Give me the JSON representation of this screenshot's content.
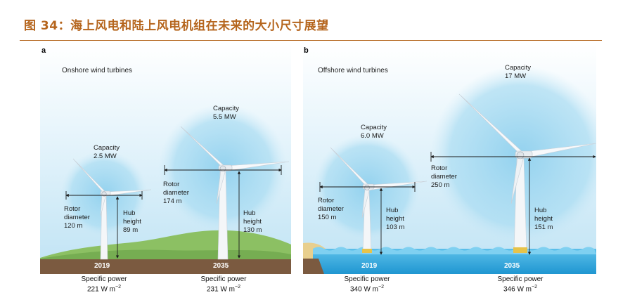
{
  "figure": {
    "title": "图 34：海上风电和陆上风电机组在未来的大小尺寸展望"
  },
  "panels": {
    "a": {
      "label": "a",
      "title": "Onshore wind turbines",
      "turbines": [
        {
          "year": "2019",
          "capacity_label": "Capacity",
          "capacity_value": "2.5 MW",
          "rotor_label_1": "Rotor",
          "rotor_label_2": "diameter",
          "rotor_value": "120 m",
          "hub_label_1": "Hub",
          "hub_label_2": "height",
          "hub_value": "89 m",
          "specific_power_label": "Specific power",
          "specific_power_value": "221 W m",
          "specific_power_exp": "−2"
        },
        {
          "year": "2035",
          "capacity_label": "Capacity",
          "capacity_value": "5.5 MW",
          "rotor_label_1": "Rotor",
          "rotor_label_2": "diameter",
          "rotor_value": "174 m",
          "hub_label_1": "Hub",
          "hub_label_2": "height",
          "hub_value": "130 m",
          "specific_power_label": "Specific power",
          "specific_power_value": "231 W m",
          "specific_power_exp": "−2"
        }
      ]
    },
    "b": {
      "label": "b",
      "title": "Offshore wind turbines",
      "turbines": [
        {
          "year": "2019",
          "capacity_label": "Capacity",
          "capacity_value": "6.0 MW",
          "rotor_label_1": "Rotor",
          "rotor_label_2": "diameter",
          "rotor_value": "150 m",
          "hub_label_1": "Hub",
          "hub_label_2": "height",
          "hub_value": "103 m",
          "specific_power_label": "Specific power",
          "specific_power_value": "340 W m",
          "specific_power_exp": "−2"
        },
        {
          "year": "2035",
          "capacity_label": "Capacity",
          "capacity_value": "17 MW",
          "rotor_label_1": "Rotor",
          "rotor_label_2": "diameter",
          "rotor_value": "250 m",
          "hub_label_1": "Hub",
          "hub_label_2": "height",
          "hub_value": "151 m",
          "specific_power_label": "Specific power",
          "specific_power_value": "346 W m",
          "specific_power_exp": "−2"
        }
      ]
    }
  },
  "colors": {
    "title": "#b5651d",
    "sky_top": "#ffffff",
    "sky_bottom": "#bfe3f4",
    "rotor_disc": "#8fd0ee",
    "grass": "#8cc063",
    "soil": "#7b5a40",
    "sea": "#2fa8dd",
    "sand": "#e8cf8e"
  }
}
